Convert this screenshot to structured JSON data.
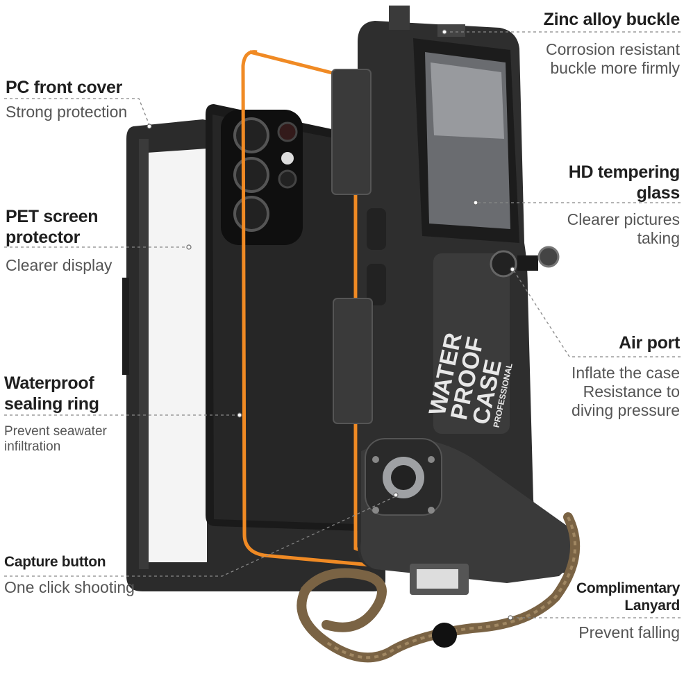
{
  "features": [
    {
      "id": "pc-front-cover",
      "title": "PC front cover",
      "desc": [
        "Strong protection"
      ]
    },
    {
      "id": "pet-screen-protector",
      "title": [
        "PET screen",
        "protector"
      ],
      "desc": [
        "Clearer display"
      ]
    },
    {
      "id": "waterproof-sealing-ring",
      "title": [
        "Waterproof",
        "sealing ring"
      ],
      "desc": [
        "Prevent seawater",
        "infiltration"
      ]
    },
    {
      "id": "capture-button",
      "title": "Capture button",
      "desc": [
        "One click shooting"
      ]
    },
    {
      "id": "zinc-alloy-buckle",
      "title": "Zinc alloy buckle",
      "desc": [
        "Corrosion resistant",
        "buckle more firmly"
      ]
    },
    {
      "id": "hd-tempering-glass",
      "title": [
        "HD tempering",
        "glass"
      ],
      "desc": [
        "Clearer pictures",
        "taking"
      ]
    },
    {
      "id": "air-port",
      "title": "Air port",
      "desc": [
        "Inflate the case",
        "Resistance to",
        "diving pressure"
      ]
    },
    {
      "id": "complimentary-lanyard",
      "title": [
        "Complimentary",
        "Lanyard"
      ],
      "desc": [
        "Prevent falling"
      ]
    }
  ],
  "case_print": {
    "line1": "WATER",
    "line2": "PROOF",
    "line3": "CASE",
    "line4": "PROFESSIONAL"
  },
  "colors": {
    "case": "#2c2c2c",
    "ring": "#f08a24",
    "lanyard": "#7a6344",
    "text": "#1f1f1f",
    "muted": "#555555"
  }
}
